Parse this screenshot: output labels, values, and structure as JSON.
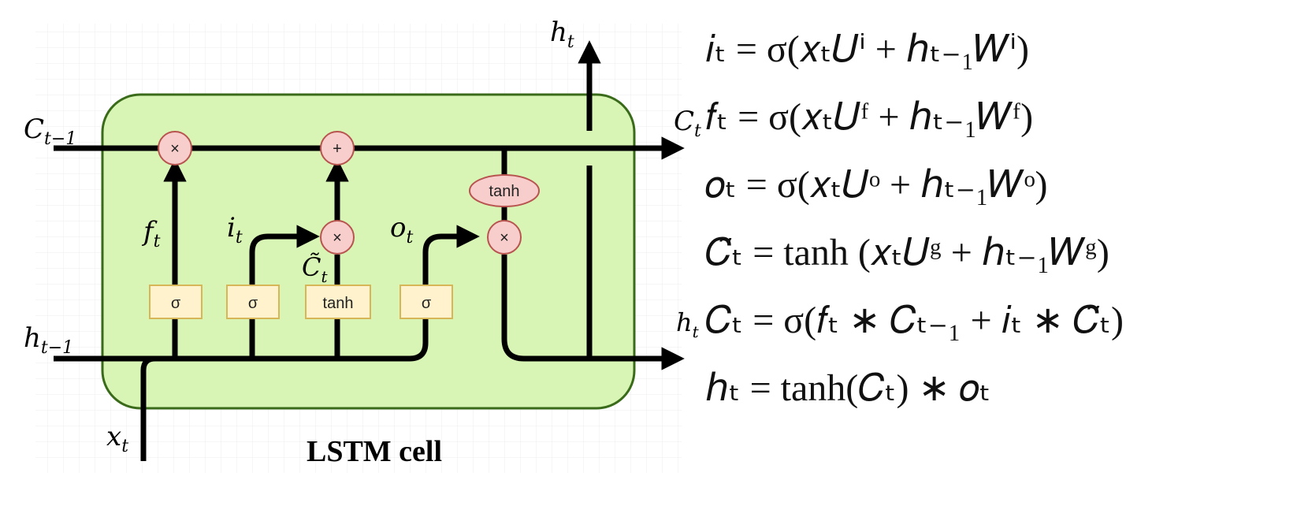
{
  "diagram": {
    "title": "LSTM cell",
    "labels": {
      "c_prev": "C",
      "c_prev_sub": "t−1",
      "c_out": "C",
      "c_out_sub": "t",
      "h_prev": "h",
      "h_prev_sub": "t−1",
      "h_out_right": "h",
      "h_out_right_sub": "t",
      "h_out_top": "h",
      "h_out_top_sub": "t",
      "x_in": "x",
      "x_in_sub": "t",
      "f": "f",
      "f_sub": "t",
      "i": "i",
      "i_sub": "t",
      "o": "o",
      "o_sub": "t",
      "c_tilde": "C̃",
      "c_tilde_sub": "t"
    },
    "gates": {
      "sigma_f": "σ",
      "sigma_i": "σ",
      "tanh_g": "tanh",
      "sigma_o": "σ"
    },
    "ops": {
      "mul_forget": "×",
      "add_cell": "+",
      "mul_input": "×",
      "mul_output": "×",
      "tanh_cell": "tanh"
    },
    "colors": {
      "cell_fill": "#d9f5b5",
      "cell_stroke": "#3a6b1a",
      "gate_fill": "#fff2cc",
      "gate_stroke": "#d6b656",
      "op_fill": "#f8cecc",
      "op_stroke": "#b85450",
      "line": "#000000",
      "grid": "#e8e8e8"
    }
  },
  "equations": [
    "𝑖ₜ = σ(𝑥ₜ𝑈ⁱ + ℎₜ₋₁𝑊ⁱ)",
    "𝑓ₜ = σ(𝑥ₜ𝑈ᶠ + ℎₜ₋₁𝑊ᶠ)",
    "𝑜ₜ = σ(𝑥ₜ𝑈ᵒ + ℎₜ₋₁𝑊ᵒ)",
    "𝐶̃ₜ = tanh (𝑥ₜ𝑈ᵍ + ℎₜ₋₁𝑊ᵍ)",
    "𝐶ₜ = σ(𝑓ₜ ∗ 𝐶ₜ₋₁ + 𝑖ₜ ∗ 𝐶̃ₜ)",
    "ℎₜ = tanh(𝐶ₜ) ∗ 𝑜ₜ"
  ]
}
